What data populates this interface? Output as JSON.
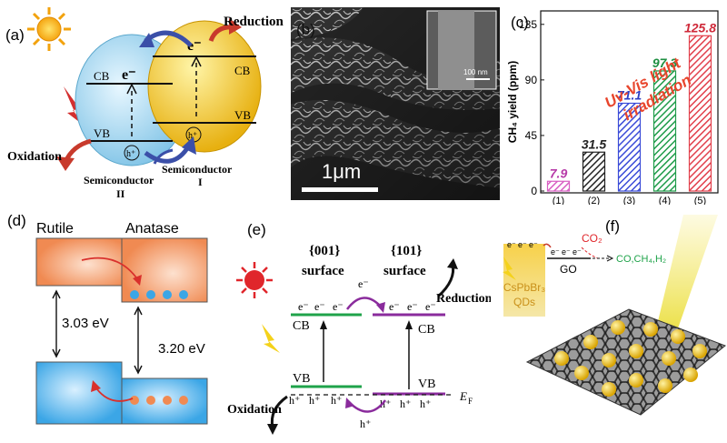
{
  "panel_a": {
    "label": "(a)",
    "reduction": "Reduction",
    "oxidation": "Oxidation",
    "cb_left": "CB",
    "vb_left": "VB",
    "cb_right": "CB",
    "vb_right": "VB",
    "electron_left": "e⁻",
    "electron_right": "e⁻",
    "hole_left": "h⁺",
    "hole_right": "h⁺",
    "semi_ii_line1": "Semiconductor",
    "semi_ii_line2": "II",
    "semi_i_line1": "Semiconductor",
    "semi_i_line2": "I",
    "colors": {
      "left_sphere": "#9fd6ee",
      "right_sphere": "#f2c21b",
      "arrow_red": "#c83a2c",
      "arrow_blue": "#3b4fa8"
    }
  },
  "panel_b": {
    "label": "(b)",
    "scale_main": "1μm",
    "scale_inset": "100 nm"
  },
  "panel_c": {
    "label": "(c)",
    "annotation_line1": "Uv-Vis light",
    "annotation_line2": "irradiation",
    "colors": {
      "annotation": "#e8452c"
    },
    "chart_data": {
      "type": "bar",
      "categories": [
        "(1)",
        "(2)",
        "(3)",
        "(4)",
        "(5)"
      ],
      "values": [
        7.9,
        31.5,
        71.1,
        97.3,
        125.8
      ],
      "value_labels": [
        "7.9",
        "31.5",
        "71.1",
        "97.3",
        "125.8"
      ],
      "ylabel": "CH₄ yield (ppm)",
      "yticks": [
        "0",
        "45",
        "90",
        "135"
      ],
      "ylim": [
        0,
        140
      ],
      "bar_colors": [
        "#d85fc3",
        "#222222",
        "#3a4bd8",
        "#1f9c4a",
        "#e2404c"
      ],
      "label_colors": [
        "#b73aa8",
        "#222222",
        "#2f3fc4",
        "#1e8f42",
        "#cf2a3a"
      ]
    }
  },
  "panel_d": {
    "label": "(d)",
    "rutile": "Rutile",
    "anatase": "Anatase",
    "gap_rutile": "3.03 eV",
    "gap_anatase": "3.20 eV",
    "colors": {
      "cb": "#f08a52",
      "vb": "#3ba6e6",
      "electron": "#3ba6e6",
      "hole": "#f08a52"
    }
  },
  "panel_e": {
    "label": "(e)",
    "facet_001": "{001}",
    "facet_101": "{101}",
    "surface_left": "surface",
    "surface_right": "surface",
    "reduction": "Reduction",
    "oxidation": "Oxidation",
    "cb_left": "CB",
    "cb_right": "CB",
    "vb_left": "VB",
    "vb_right": "VB",
    "electron": "e⁻",
    "hole": "h⁺",
    "fermi": "E",
    "fermi_sub": "F",
    "colors": {
      "facet_001": "#1fa34a",
      "facet_101": "#8a2b9c",
      "sun": "#e0262b"
    }
  },
  "panel_f": {
    "label": "(f)",
    "co2": "CO₂",
    "go": "GO",
    "products": "CO,CH₄,H₂",
    "qd_line1": "CsPbBr₃",
    "qd_line2": "QDs",
    "electron": "e⁻",
    "colors": {
      "co2": "#e0262b",
      "products": "#1fa34a",
      "qd": "#f2c21b",
      "qd_text": "#c9901a"
    }
  }
}
